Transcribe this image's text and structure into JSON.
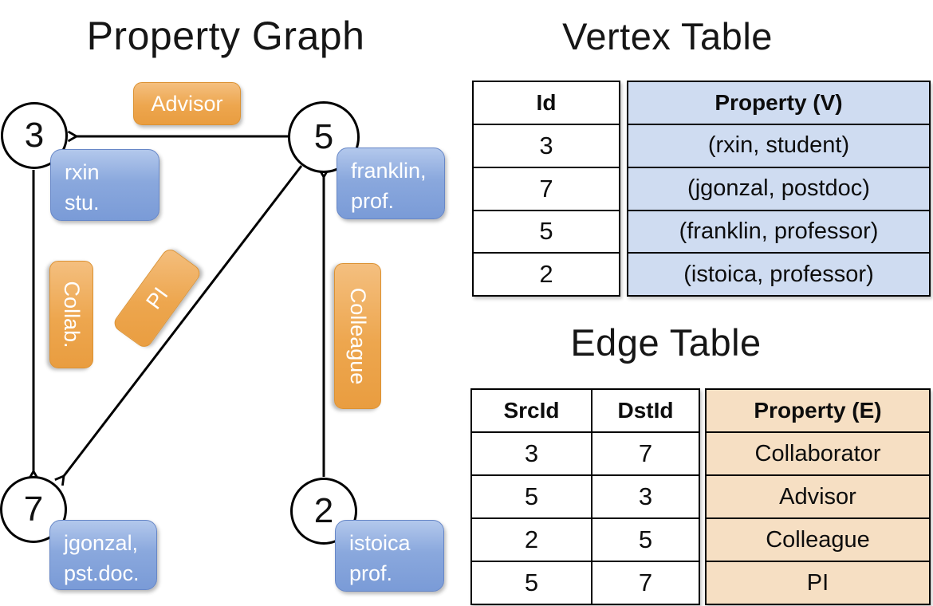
{
  "titles": {
    "graph": "Property Graph",
    "vertex": "Vertex Table",
    "edge": "Edge Table"
  },
  "graph": {
    "nodes": [
      {
        "id": "3"
      },
      {
        "id": "5"
      },
      {
        "id": "7"
      },
      {
        "id": "2"
      }
    ],
    "vertex_cards": [
      {
        "line1": "rxin",
        "line2": "stu."
      },
      {
        "line1": "franklin,",
        "line2": "prof."
      },
      {
        "line1": "jgonzal,",
        "line2": "pst.doc."
      },
      {
        "line1": "istoica",
        "line2": "prof."
      }
    ],
    "edge_labels": [
      {
        "text": "Advisor"
      },
      {
        "text": "Collab."
      },
      {
        "text": "PI"
      },
      {
        "text": "Colleague"
      }
    ],
    "edges": [
      {
        "src": "5",
        "dst": "3",
        "label": "Advisor"
      },
      {
        "src": "3",
        "dst": "7",
        "label": "Collab."
      },
      {
        "src": "5",
        "dst": "7",
        "label": "PI"
      },
      {
        "src": "2",
        "dst": "5",
        "label": "Colleague"
      }
    ]
  },
  "vertex_table": {
    "headers": [
      "Id",
      "Property (V)"
    ],
    "rows": [
      {
        "id": "3",
        "property": "(rxin, student)"
      },
      {
        "id": "7",
        "property": "(jgonzal, postdoc)"
      },
      {
        "id": "5",
        "property": "(franklin, professor)"
      },
      {
        "id": "2",
        "property": "(istoica, professor)"
      }
    ]
  },
  "edge_table": {
    "headers": [
      "SrcId",
      "DstId",
      "Property (E)"
    ],
    "rows": [
      {
        "src": "3",
        "dst": "7",
        "property": "Collaborator"
      },
      {
        "src": "5",
        "dst": "3",
        "property": "Advisor"
      },
      {
        "src": "2",
        "dst": "5",
        "property": "Colleague"
      },
      {
        "src": "5",
        "dst": "7",
        "property": "PI"
      }
    ]
  },
  "colors": {
    "edge_label_fill": "#EDA64E",
    "vertex_card_fill": "#7A9BD7",
    "vertex_property_cell": "#CFDCF1",
    "edge_property_cell": "#F6DFC3",
    "line": "#000000"
  }
}
